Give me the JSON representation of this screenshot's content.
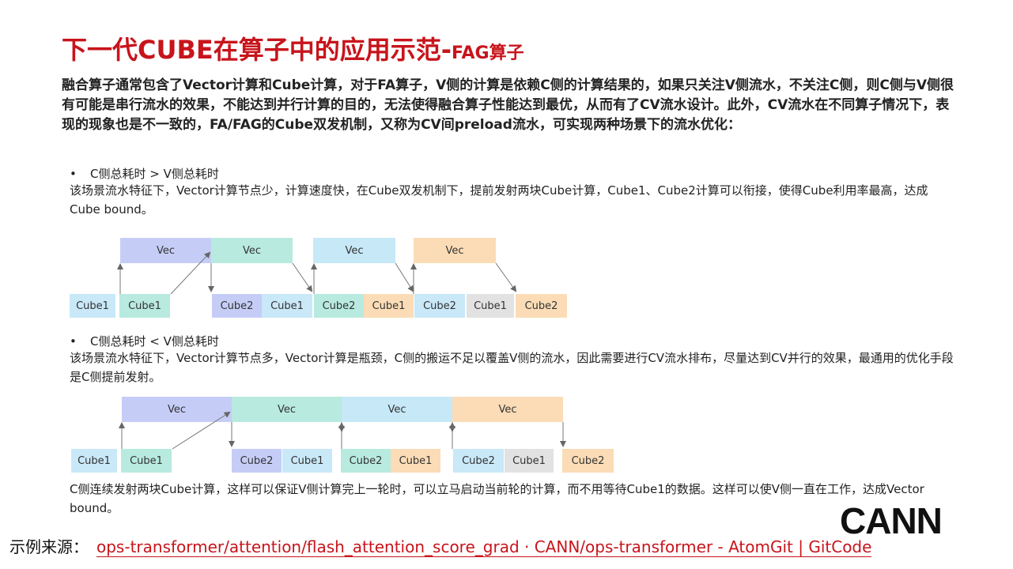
{
  "title": {
    "main": "下一代CUBE在算子中的应用示范-",
    "sub": "FAG算子"
  },
  "intro": "融合算子通常包含了Vector计算和Cube计算，对于FA算子，V侧的计算是依赖C侧的计算结果的，如果只关注V侧流水，不关注C侧，则C侧与V侧很有可能是串行流水的效果，不能达到并行计算的目的，无法使得融合算子性能达到最优，从而有了CV流水设计。此外，CV流水在不同算子情况下，表现的现象也是不一致的，FA/FAG的Cube双发机制，又称为CV间preload流水，可实现两种场景下的流水优化：",
  "section1": {
    "bullet": "•",
    "heading": "C侧总耗时 > V侧总耗时",
    "text": "该场景流水特征下，Vector计算节点少，计算速度快，在Cube双发机制下，提前发射两块Cube计算，Cube1、Cube2计算可以衔接，使得Cube利用率最高，达成Cube bound。"
  },
  "diagram1": {
    "vec": [
      "Vec",
      "Vec",
      "Vec",
      "Vec"
    ],
    "cube": [
      "Cube1",
      "Cube1",
      "Cube2",
      "Cube1",
      "Cube2",
      "Cube1",
      "Cube2",
      "Cube1",
      "Cube2"
    ]
  },
  "section2": {
    "bullet": "•",
    "heading": "C侧总耗时 < V侧总耗时",
    "text": "该场景流水特征下，Vector计算节点多，Vector计算是瓶颈，C侧的搬运不足以覆盖V侧的流水，因此需要进行CV流水排布，尽量达到CV并行的效果，最通用的优化手段是C侧提前发射。"
  },
  "diagram2": {
    "vec": [
      "Vec",
      "Vec",
      "Vec",
      "Vec"
    ],
    "cube": [
      "Cube1",
      "Cube1",
      "Cube2",
      "Cube1",
      "Cube2",
      "Cube1",
      "Cube2",
      "Cube1",
      "Cube2"
    ]
  },
  "conclusion": "C侧连续发射两块Cube计算，这样可以保证V侧计算完上一轮时，可以立马启动当前轮的计算，而不用等待Cube1的数据。这样可以使V侧一直在工作，达成Vector bound。",
  "logo": "CANN",
  "source": {
    "label": "示例来源：",
    "link": "ops-transformer/attention/flash_attention_score_grad · CANN/ops-transformer - AtomGit | GitCode"
  }
}
